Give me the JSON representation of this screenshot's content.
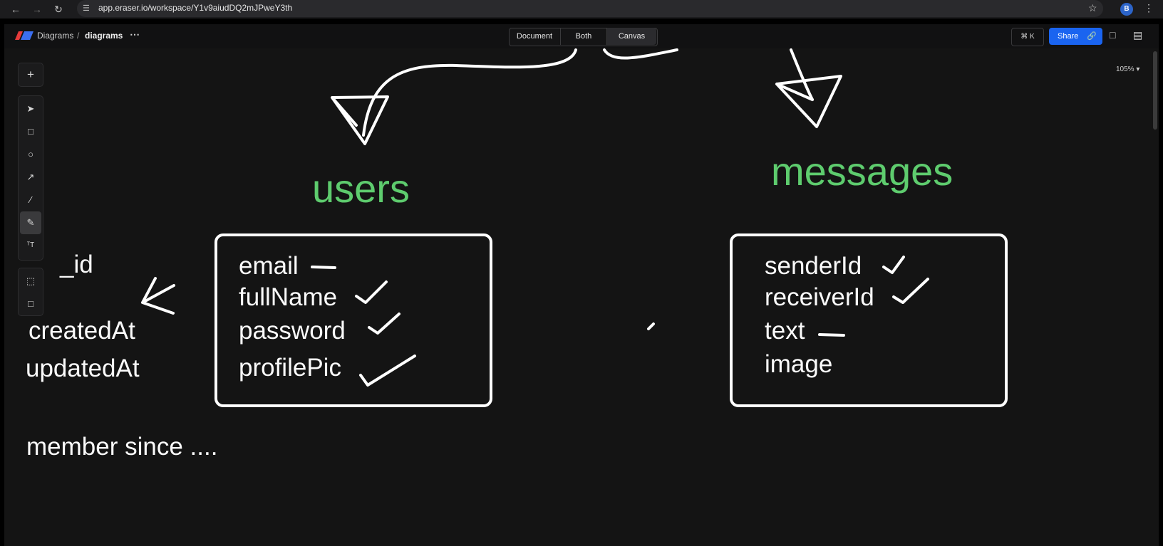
{
  "browser": {
    "url": "app.eraser.io/workspace/Y1v9aiudDQ2mJPweY3th",
    "profile_initial": "B",
    "icons": [
      "back-icon",
      "forward-icon",
      "reload-icon",
      "site-settings-icon",
      "star-icon",
      "more-vert-icon"
    ]
  },
  "app": {
    "breadcrumb_root": "Diagrams",
    "breadcrumb_sep": "/",
    "breadcrumb_file": "diagrams",
    "more": "⋯",
    "view_tabs": [
      "Document",
      "Both",
      "Canvas"
    ],
    "active_view": "Canvas",
    "command_shortcut": "⌘ K",
    "share_label": "Share",
    "zoom": "105% ▾",
    "accent": "#1a64f0"
  },
  "tools": [
    "add-icon",
    "select-icon",
    "rectangle-icon",
    "ellipse-icon",
    "arrow-icon",
    "line-icon",
    "pen-icon",
    "text-icon",
    "frame-icon",
    "comment-icon"
  ],
  "canvas": {
    "users_title": "users",
    "messages_title": "messages",
    "users_fields": [
      "email",
      "fullName",
      "password",
      "profilePic"
    ],
    "messages_fields": [
      "senderId",
      "receiverId",
      "text",
      "image"
    ],
    "id_label": "_id",
    "created_label": "createdAt",
    "updated_label": "updatedAt",
    "member_label": "member since ....",
    "ink_color": "#ffffff",
    "title_color": "#5ecc6e"
  }
}
